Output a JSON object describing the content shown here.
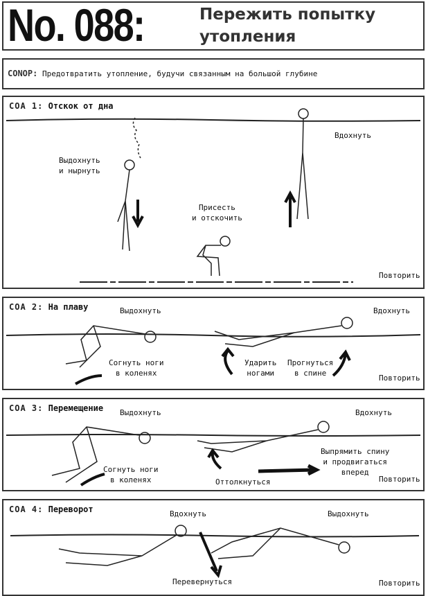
{
  "header": {
    "number": "No. 088:",
    "title_line1": "Пережить попытку",
    "title_line2": "утопления"
  },
  "conop": {
    "label": "CONOP:",
    "text": "Предотвратить утопление, будучи связанным на большой глубине"
  },
  "coa1": {
    "label": "COA 1:",
    "title": "Отскок от дна",
    "step1_l1": "Выдохнуть",
    "step1_l2": "и нырнуть",
    "step2_l1": "Присесть",
    "step2_l2": "и отскочить",
    "step3": "Вдохнуть",
    "repeat": "Повторить"
  },
  "coa2": {
    "label": "COA 2:",
    "title": "На плаву",
    "exhale": "Выдохнуть",
    "inhale": "Вдохнуть",
    "bend_l1": "Согнуть ноги",
    "bend_l2": "в коленях",
    "kick_l1": "Ударить",
    "kick_l2": "ногами",
    "arch_l1": "Прогнуться",
    "arch_l2": "в спине",
    "repeat": "Повторить"
  },
  "coa3": {
    "label": "COA 3:",
    "title": "Перемещение",
    "exhale": "Выдохнуть",
    "inhale": "Вдохнуть",
    "bend_l1": "Согнуть ноги",
    "bend_l2": "в коленях",
    "push": "Оттолкнуться",
    "straight_l1": "Выпрямить спину",
    "straight_l2": "и продвигаться",
    "straight_l3": "вперед",
    "repeat": "Повторить"
  },
  "coa4": {
    "label": "COA 4:",
    "title": "Переворот",
    "inhale": "Вдохнуть",
    "exhale": "Выдохнуть",
    "flip": "Перевернуться",
    "repeat": "Повторить"
  }
}
